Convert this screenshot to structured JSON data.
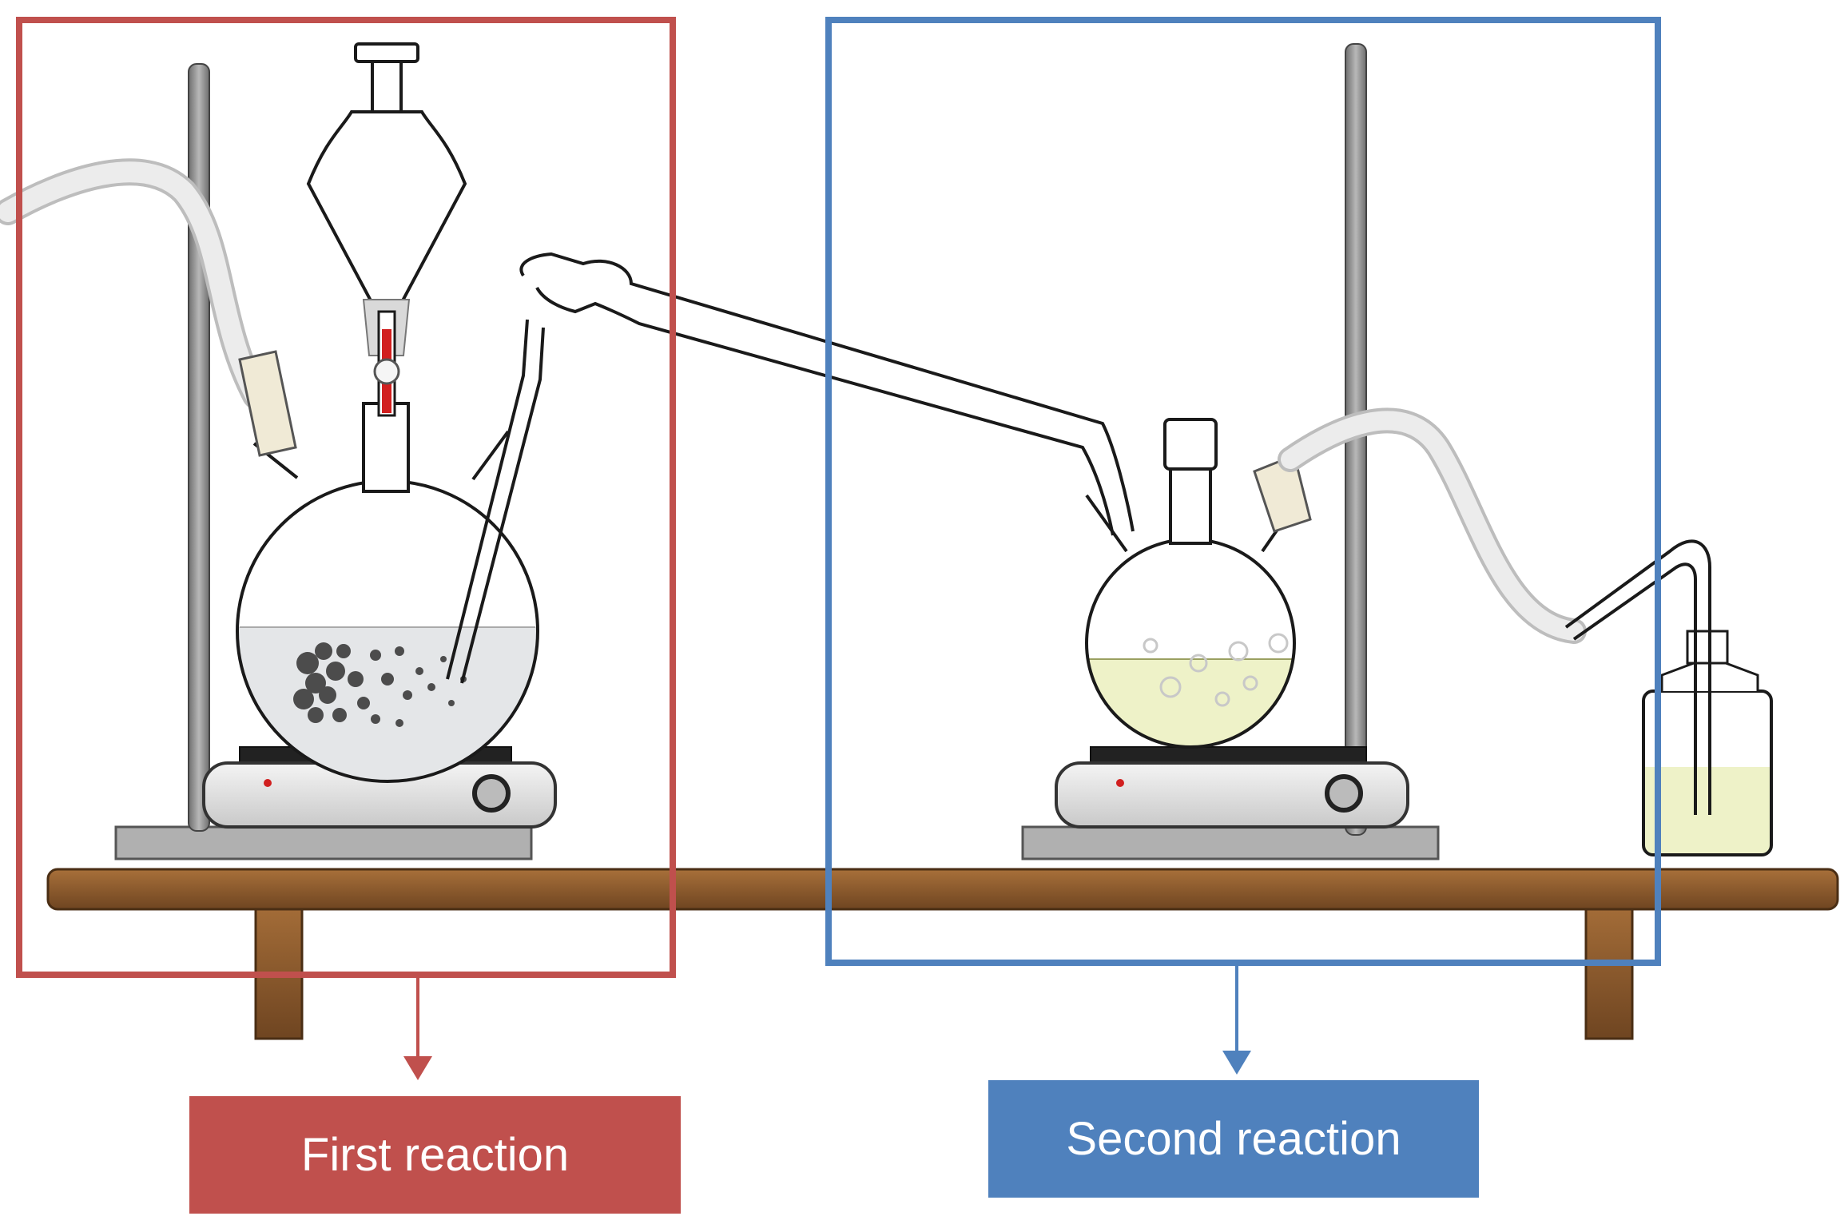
{
  "labels": {
    "first": "First reaction",
    "second": "Second reaction"
  },
  "colors": {
    "first_reaction": "#c0504d",
    "second_reaction": "#4f81bd",
    "bench": "#8b5a2b",
    "stand_rod": "#8a8a8a",
    "glass_outline": "#1a1a1a",
    "tubing": "#e6e6e6",
    "liquid_clear": "#e4e6e8",
    "liquid_yellow": "#eef2c8",
    "solid_particles": "#555555",
    "stopcock_red": "#d11f1f",
    "heater_body": "#d8d8d8"
  },
  "icons": {
    "group1": [
      "retort-stand",
      "hot-plate",
      "three-neck-flask",
      "dropping-funnel",
      "solid-particles",
      "rubber-tubing"
    ],
    "group2": [
      "retort-stand",
      "hot-plate",
      "three-neck-flask",
      "stopper",
      "gas-bubbles",
      "rubber-tubing"
    ],
    "connector": "glass-delivery-tube",
    "trap": "wash-bottle"
  }
}
